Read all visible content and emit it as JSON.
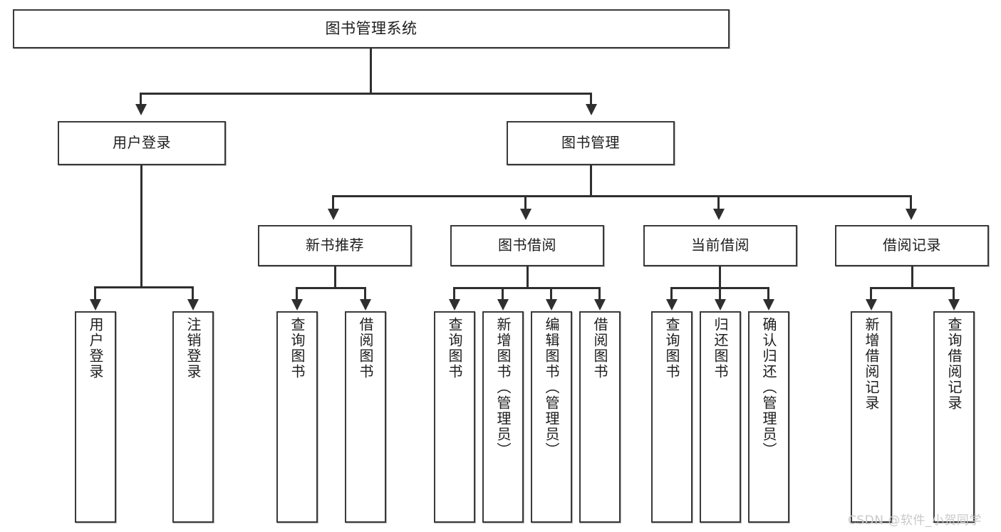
{
  "diagram": {
    "title": "图书管理系统",
    "type": "functional-structure-tree",
    "root": {
      "label": "图书管理系统"
    },
    "level2": [
      {
        "label": "用户登录"
      },
      {
        "label": "图书管理"
      }
    ],
    "level3": [
      {
        "label": "新书推荐"
      },
      {
        "label": "图书借阅"
      },
      {
        "label": "当前借阅"
      },
      {
        "label": "借阅记录"
      }
    ],
    "leaves": {
      "user_login": [
        {
          "label": "用户登录"
        },
        {
          "label": "注销登录"
        }
      ],
      "new_book_recommend": [
        {
          "label": "查询图书"
        },
        {
          "label": "借阅图书"
        }
      ],
      "book_borrow": [
        {
          "label": "查询图书"
        },
        {
          "label": "新增图书（管理员）"
        },
        {
          "label": "编辑图书（管理员）"
        },
        {
          "label": "借阅图书"
        }
      ],
      "current_borrow": [
        {
          "label": "查询图书"
        },
        {
          "label": "归还图书"
        },
        {
          "label": "确认归还（管理员）"
        }
      ],
      "borrow_record": [
        {
          "label": "新增借阅记录"
        },
        {
          "label": "查询借阅记录"
        }
      ]
    }
  },
  "watermark": {
    "text": "CSDN @软件_小贺同学"
  },
  "colors": {
    "box_border": "#3a3a3a",
    "connector": "#2f2f2f",
    "background": "#ffffff",
    "text": "#1d1d1d",
    "watermark": "#c9c9c9"
  }
}
